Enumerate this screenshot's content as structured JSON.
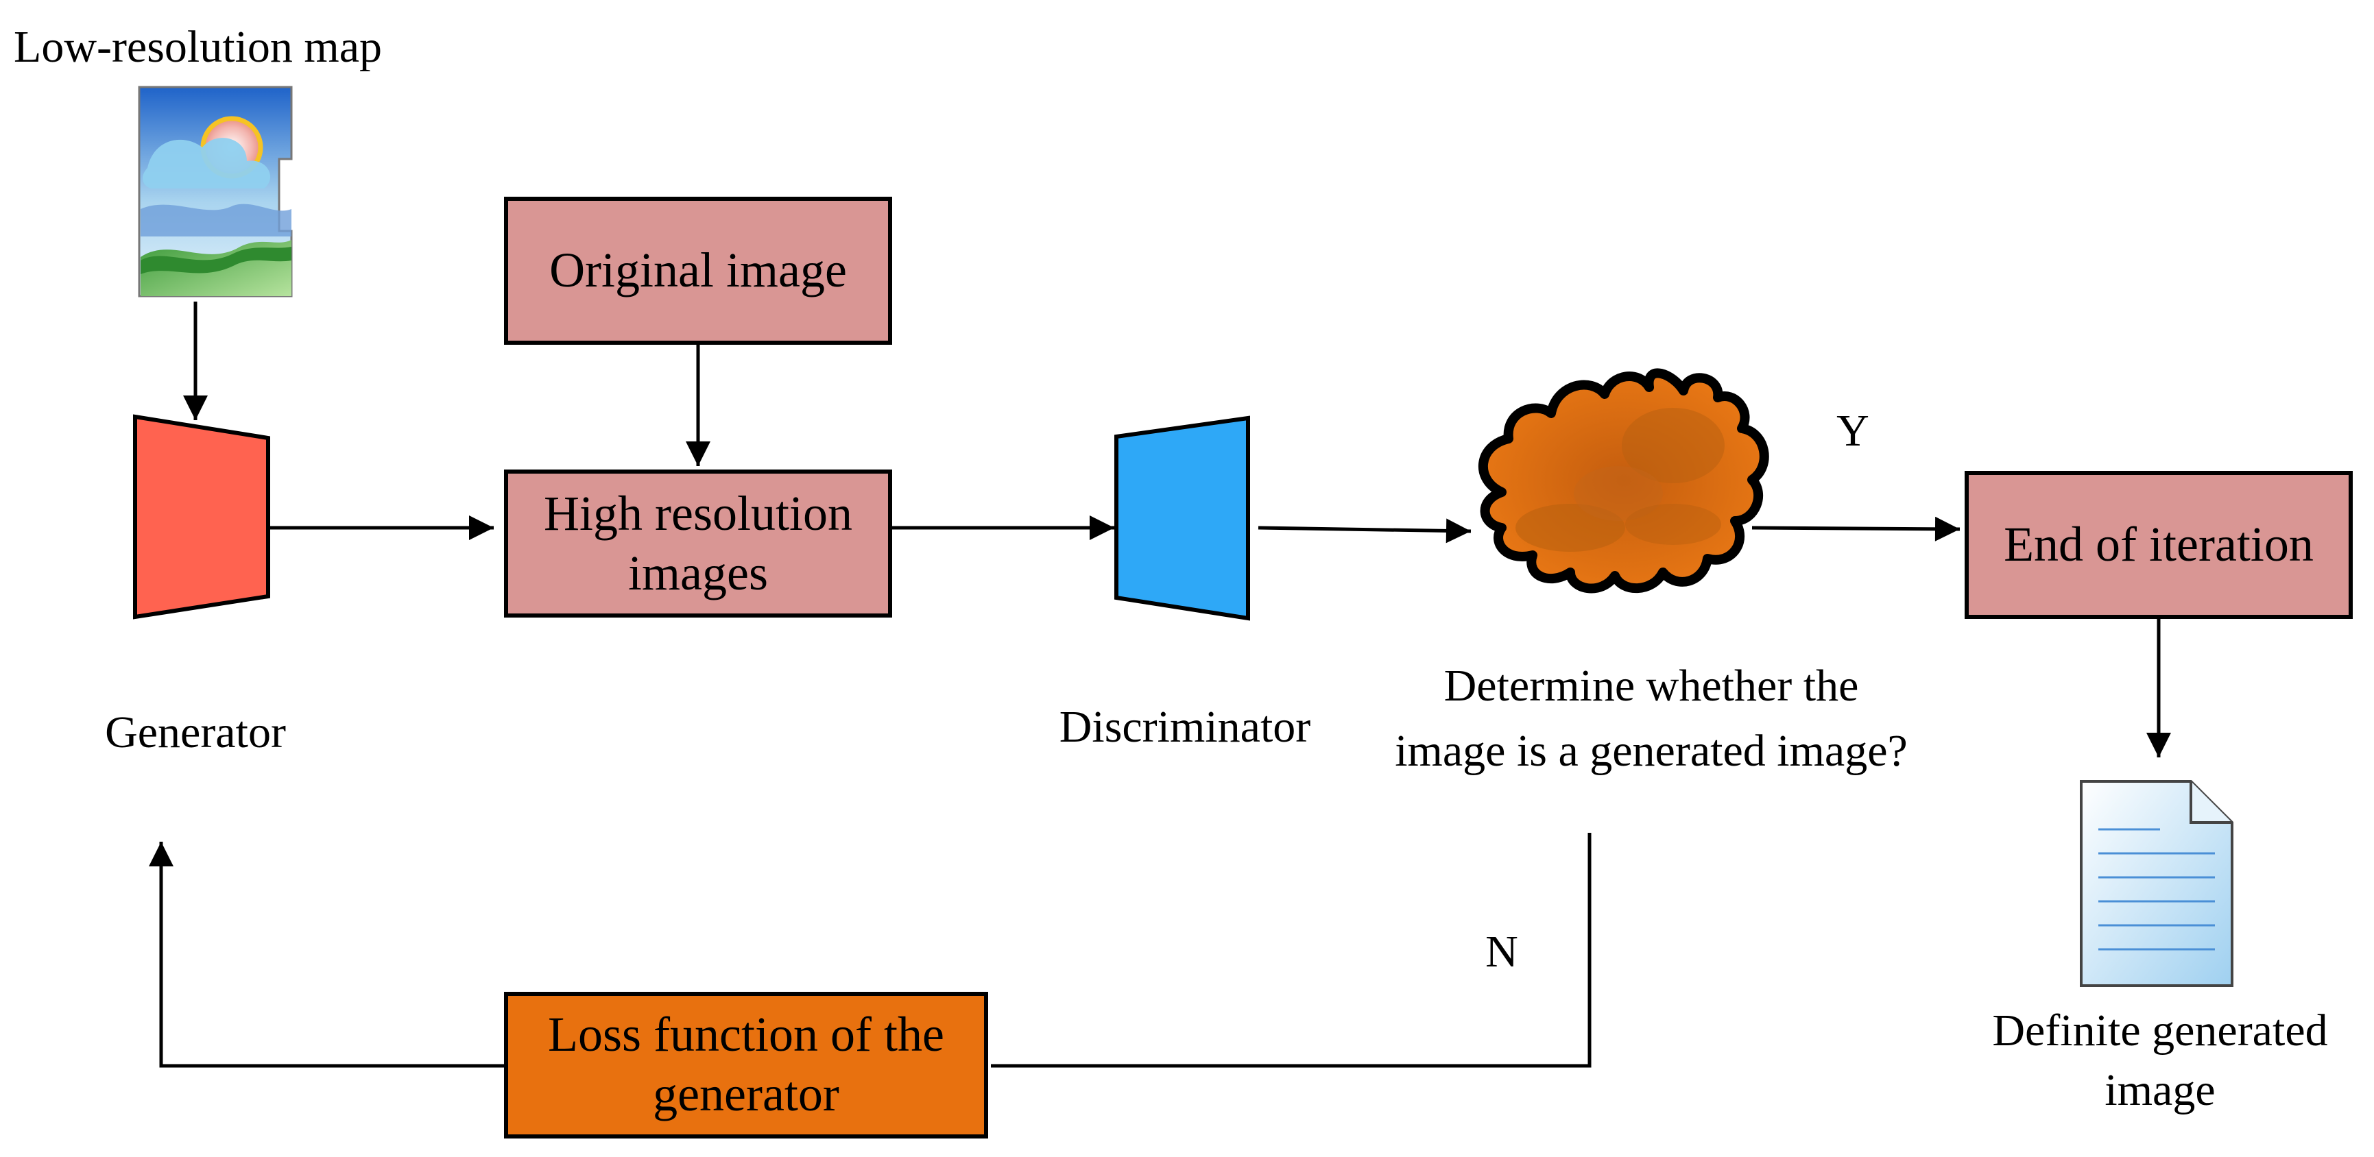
{
  "labels": {
    "low_res_map": "Low-resolution map",
    "generator": "Generator",
    "discriminator": "Discriminator",
    "determine_line1": "Determine whether the",
    "determine_line2": "image is a generated image?",
    "yes": "Y",
    "no": "N",
    "definite_line1": "Definite generated",
    "definite_line2": "image"
  },
  "boxes": {
    "original_image": "Original image",
    "high_res_line1": "High resolution",
    "high_res_line2": "images",
    "end_of_iteration": "End of iteration",
    "loss_line1": "Loss function of the",
    "loss_line2": "generator"
  },
  "icons": {
    "low_res_map": "landscape-picture-icon",
    "generator": "generator-trapezoid-icon",
    "discriminator": "discriminator-trapezoid-icon",
    "decision": "cloud-icon",
    "output": "document-icon"
  },
  "colors": {
    "box_fill": "#d99694",
    "loss_fill": "#e8710f",
    "generator_fill": "#ff6350",
    "discriminator_fill": "#2ea8f7",
    "cloud_fill": "#e06b12",
    "stroke": "#000000"
  }
}
